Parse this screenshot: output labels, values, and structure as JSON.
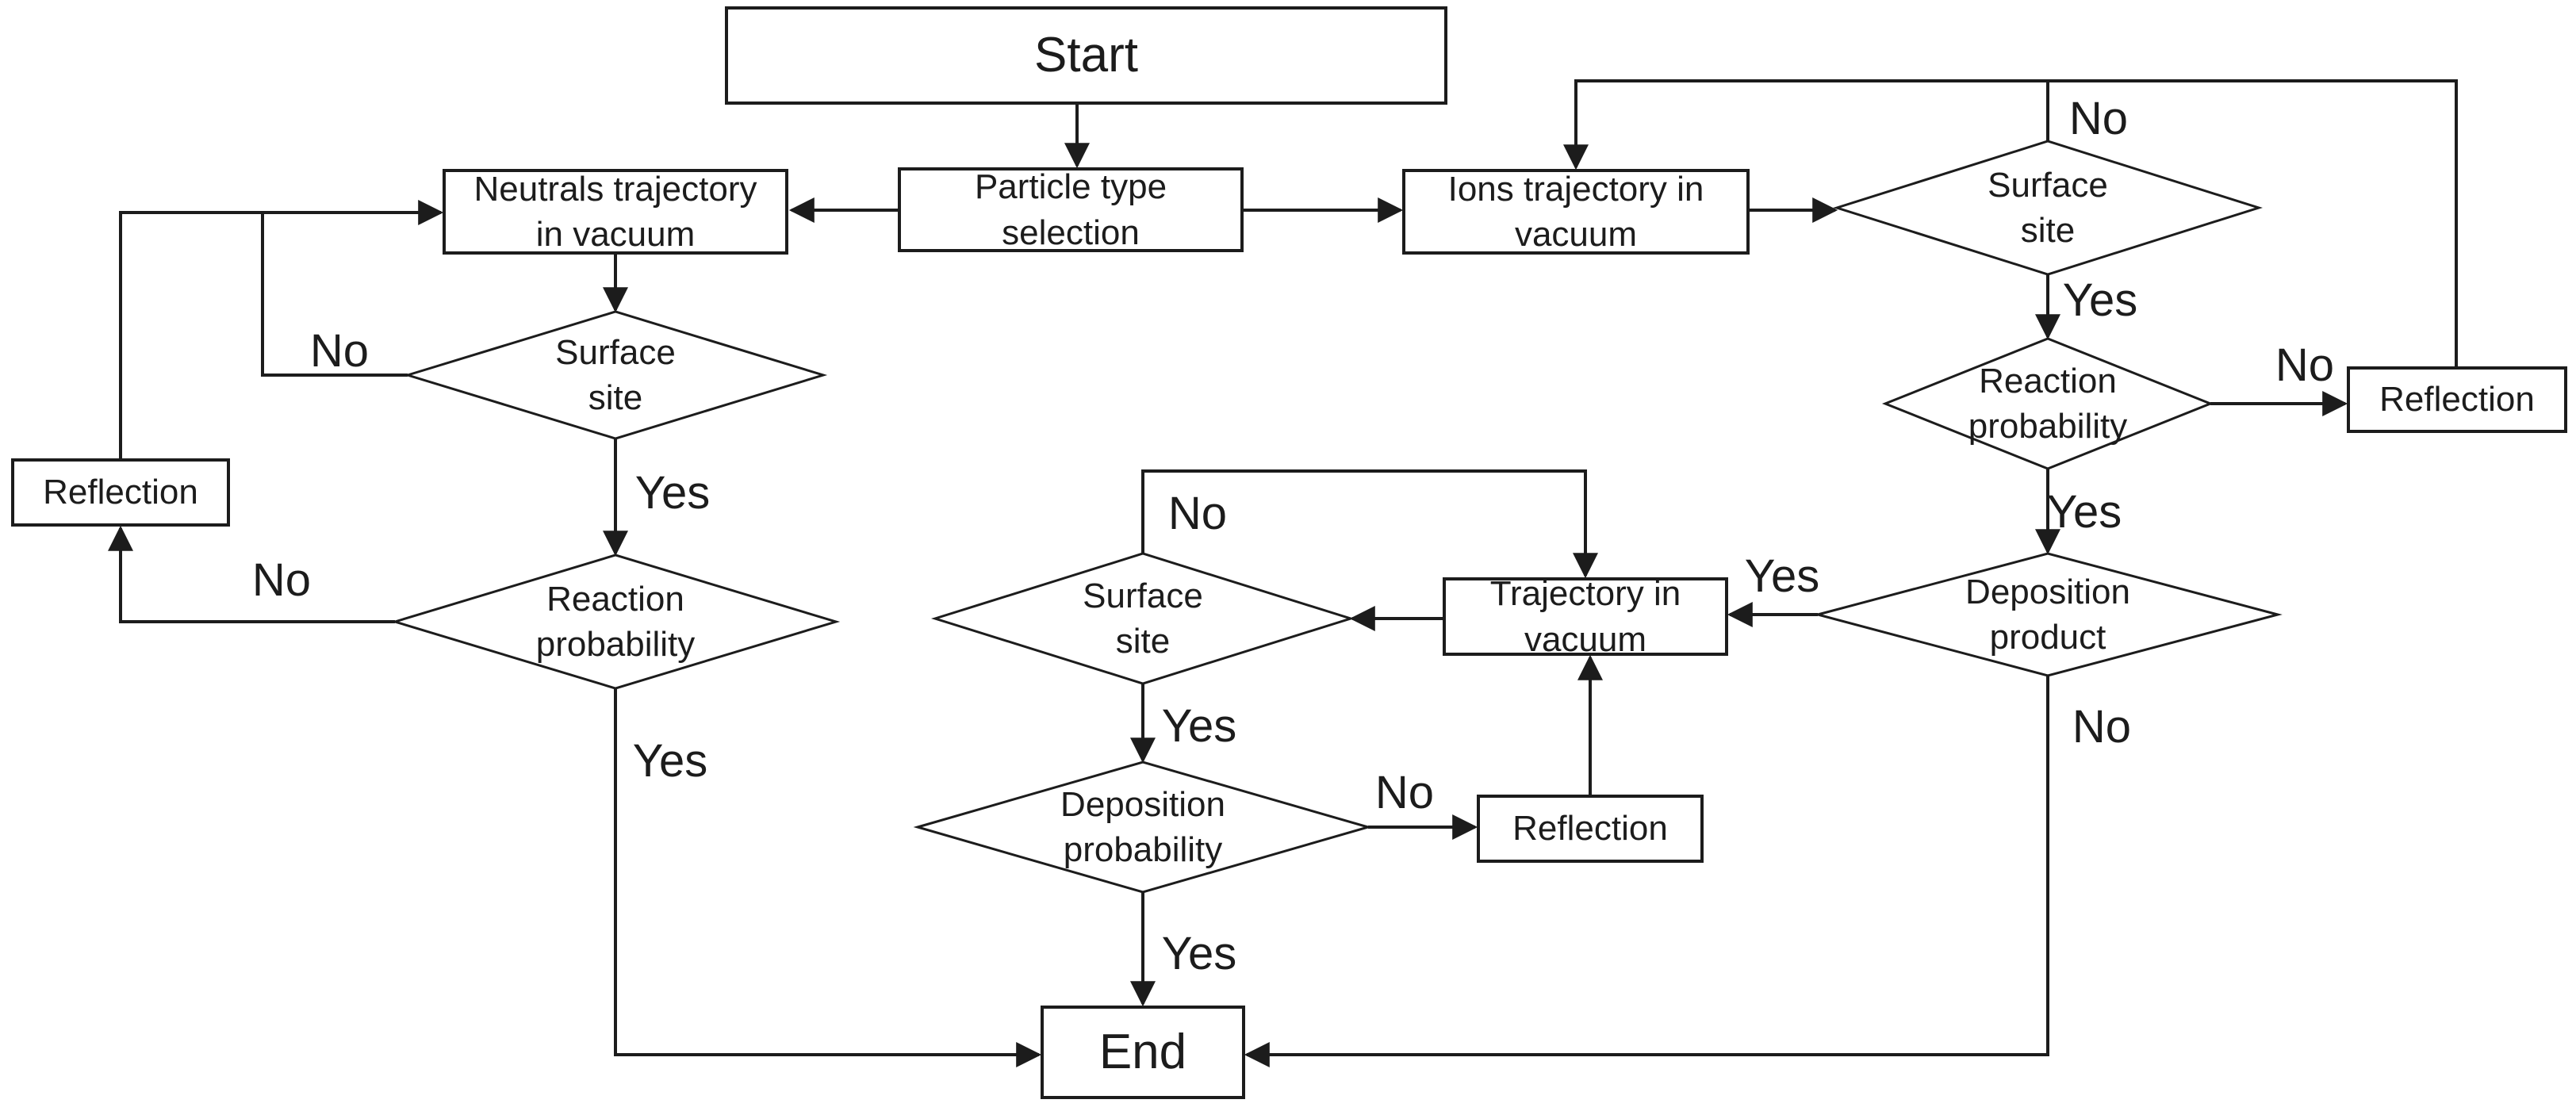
{
  "diagram": {
    "type": "flowchart",
    "description": "Particle simulation flow: particle type selection branches to neutrals and ions trajectory loops with surface site, reaction probability, deposition checks, reflections, and end."
  },
  "colors": {
    "line": "#1c1c1c",
    "background": "#ffffff",
    "node_fill": "#ffffff",
    "text": "#1c1c1c"
  },
  "nodes": {
    "start": {
      "label": "Start",
      "type": "terminator"
    },
    "particle_type_selection": {
      "label": "Particle type\nselection",
      "type": "process"
    },
    "neutrals_trajectory": {
      "label": "Neutrals trajectory\nin vacuum",
      "type": "process"
    },
    "ions_trajectory": {
      "label": "Ions trajectory in\nvacuum",
      "type": "process"
    },
    "surface_site_left": {
      "label": "Surface\nsite",
      "type": "decision"
    },
    "reaction_probability_left": {
      "label": "Reaction\nprobability",
      "type": "decision"
    },
    "reflection_left": {
      "label": "Reflection",
      "type": "process"
    },
    "surface_site_right": {
      "label": "Surface\nsite",
      "type": "decision"
    },
    "reaction_probability_right": {
      "label": "Reaction\nprobability",
      "type": "decision"
    },
    "reflection_right": {
      "label": "Reflection",
      "type": "process"
    },
    "deposition_product": {
      "label": "Deposition\nproduct",
      "type": "decision"
    },
    "trajectory_in_vacuum": {
      "label": "Trajectory in\nvacuum",
      "type": "process"
    },
    "surface_site_center": {
      "label": "Surface\nsite",
      "type": "decision"
    },
    "deposition_probability": {
      "label": "Deposition\nprobability",
      "type": "decision"
    },
    "reflection_center": {
      "label": "Reflection",
      "type": "process"
    },
    "end": {
      "label": "End",
      "type": "terminator"
    }
  },
  "edge_labels": {
    "no_surface_left": "No",
    "yes_surface_left": "Yes",
    "no_reaction_left": "No",
    "yes_reaction_left": "Yes",
    "no_surface_right": "No",
    "yes_surface_right": "Yes",
    "no_reaction_right": "No",
    "yes_reaction_right": "Yes",
    "yes_deposition_product": "Yes",
    "no_deposition_product": "No",
    "no_surface_center": "No",
    "yes_surface_center": "Yes",
    "no_deposition_probability": "No",
    "yes_deposition_probability": "Yes"
  },
  "edges": [
    {
      "from": "start",
      "to": "particle_type_selection",
      "label": ""
    },
    {
      "from": "particle_type_selection",
      "to": "neutrals_trajectory",
      "label": ""
    },
    {
      "from": "particle_type_selection",
      "to": "ions_trajectory",
      "label": ""
    },
    {
      "from": "neutrals_trajectory",
      "to": "surface_site_left",
      "label": ""
    },
    {
      "from": "surface_site_left",
      "to": "neutrals_trajectory",
      "label": "No"
    },
    {
      "from": "surface_site_left",
      "to": "reaction_probability_left",
      "label": "Yes"
    },
    {
      "from": "reaction_probability_left",
      "to": "reflection_left",
      "label": "No"
    },
    {
      "from": "reflection_left",
      "to": "neutrals_trajectory",
      "label": ""
    },
    {
      "from": "reaction_probability_left",
      "to": "end",
      "label": "Yes"
    },
    {
      "from": "ions_trajectory",
      "to": "surface_site_right",
      "label": ""
    },
    {
      "from": "surface_site_right",
      "to": "ions_trajectory",
      "label": "No"
    },
    {
      "from": "surface_site_right",
      "to": "reaction_probability_right",
      "label": "Yes"
    },
    {
      "from": "reaction_probability_right",
      "to": "reflection_right",
      "label": "No"
    },
    {
      "from": "reflection_right",
      "to": "ions_trajectory",
      "label": ""
    },
    {
      "from": "reaction_probability_right",
      "to": "deposition_product",
      "label": "Yes"
    },
    {
      "from": "deposition_product",
      "to": "trajectory_in_vacuum",
      "label": "Yes"
    },
    {
      "from": "deposition_product",
      "to": "end",
      "label": "No"
    },
    {
      "from": "trajectory_in_vacuum",
      "to": "surface_site_center",
      "label": ""
    },
    {
      "from": "surface_site_center",
      "to": "trajectory_in_vacuum",
      "label": "No"
    },
    {
      "from": "surface_site_center",
      "to": "deposition_probability",
      "label": "Yes"
    },
    {
      "from": "deposition_probability",
      "to": "reflection_center",
      "label": "No"
    },
    {
      "from": "reflection_center",
      "to": "trajectory_in_vacuum",
      "label": ""
    },
    {
      "from": "deposition_probability",
      "to": "end",
      "label": "Yes"
    }
  ]
}
